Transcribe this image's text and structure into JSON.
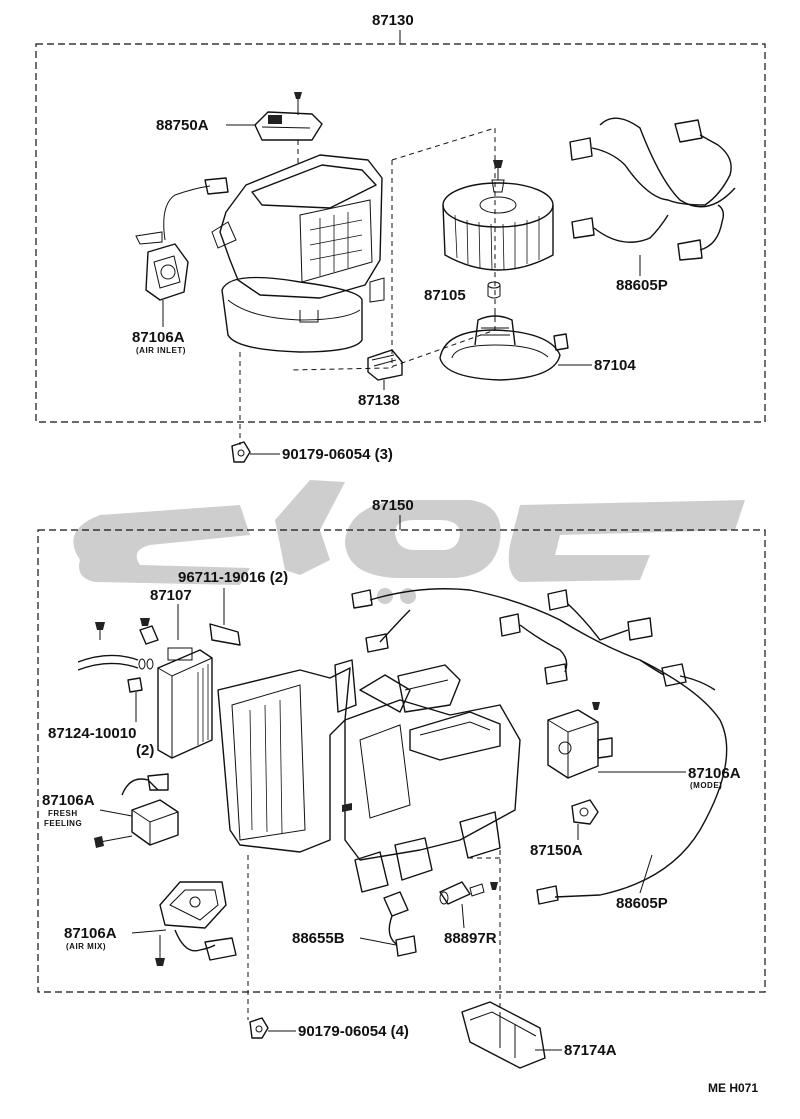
{
  "groups": {
    "upper": {
      "assembly": "87130"
    },
    "lower": {
      "assembly": "87150"
    }
  },
  "labels": {
    "p88750A": "88750A",
    "p87106A_air_inlet": "87106A",
    "p87106A_air_inlet_note": "(AIR INLET)",
    "p87105": "87105",
    "p88605P_upper": "88605P",
    "p87104": "87104",
    "p87138": "87138",
    "p90179_upper": "90179-06054 (3)",
    "p96711": "96711-19016 (2)",
    "p87107": "87107",
    "p87124": "87124-10010",
    "p87124_qty": "(2)",
    "p87106A_fresh": "87106A",
    "p87106A_fresh_note1": "FRESH",
    "p87106A_fresh_note2": "FEELING",
    "p87106A_mode": "87106A",
    "p87106A_mode_note": "(MODE)",
    "p87150A": "87150A",
    "p88605P_lower": "88605P",
    "p87106A_air_mix": "87106A",
    "p87106A_air_mix_note": "(AIR MIX)",
    "p88655B": "88655B",
    "p88897R": "88897R",
    "p90179_lower": "90179-06054 (4)",
    "p87174A": "87174A"
  },
  "footer": {
    "code": "ME H071"
  }
}
